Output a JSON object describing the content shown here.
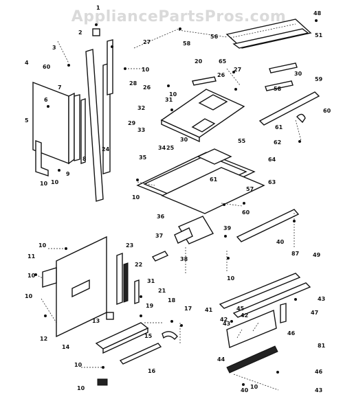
{
  "watermark": "AppliancePartsPros.com",
  "callouts": [
    "1",
    "2",
    "3",
    "4",
    "60",
    "5",
    "6",
    "7",
    "8",
    "9",
    "10",
    "10",
    "27",
    "10",
    "58",
    "56",
    "65",
    "20",
    "26",
    "27",
    "48",
    "51",
    "28",
    "29",
    "30",
    "24",
    "25",
    "26",
    "10",
    "32",
    "31",
    "33",
    "34",
    "30",
    "58",
    "59",
    "60",
    "61",
    "62",
    "55",
    "64",
    "63",
    "35",
    "10",
    "61",
    "57",
    "36",
    "37",
    "38",
    "60",
    "39",
    "40",
    "10",
    "87",
    "11",
    "23",
    "22",
    "31",
    "21",
    "19",
    "18",
    "17",
    "13",
    "12",
    "10",
    "10",
    "10",
    "14",
    "15",
    "16",
    "10",
    "41",
    "42",
    "43",
    "42",
    "49",
    "43",
    "44",
    "45",
    "46",
    "47",
    "81",
    "46",
    "43",
    "40",
    "10",
    "10",
    "9"
  ]
}
